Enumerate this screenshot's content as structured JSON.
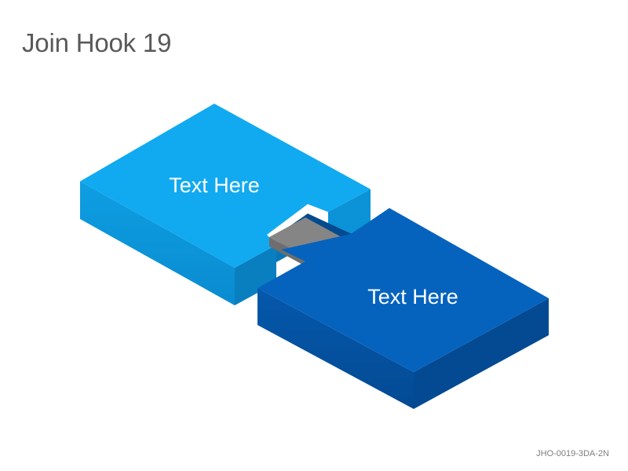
{
  "title": "Join Hook 19",
  "blocks": {
    "left": {
      "label": "Text Here",
      "color": "#11AAF0"
    },
    "right": {
      "label": "Text Here",
      "color": "#0563BE"
    }
  },
  "connector": {
    "color": "#858585"
  },
  "footer": {
    "code": "JHO-0019-3DA-2N"
  }
}
